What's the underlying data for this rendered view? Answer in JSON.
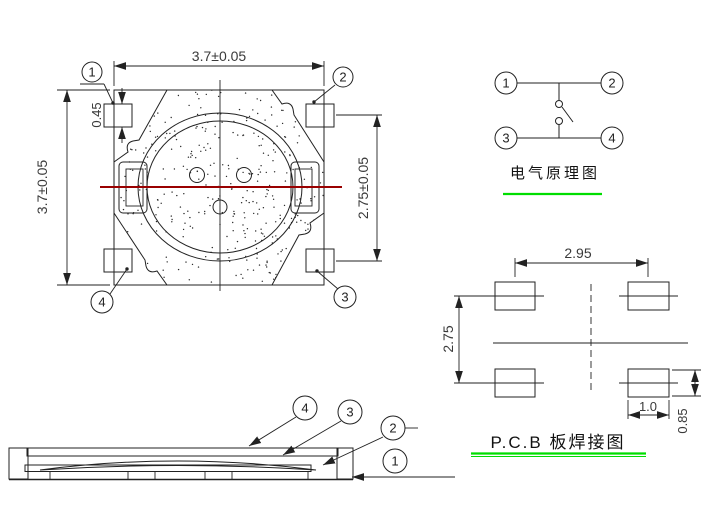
{
  "top_view": {
    "dim_width": "3.7±0.05",
    "dim_height": "3.7±0.05",
    "dim_pad": "0.45",
    "dim_pitch": "2.75±0.05",
    "pin1": "1",
    "pin2": "2",
    "pin3": "3",
    "pin4": "4"
  },
  "schematic": {
    "title": "电气原理图",
    "pin1": "1",
    "pin2": "2",
    "pin3": "3",
    "pin4": "4"
  },
  "pcb": {
    "title": "P.C.B 板焊接图",
    "dim_h_pitch": "2.95",
    "dim_v_pitch": "2.75",
    "dim_pad_w": "1.0",
    "dim_pad_h": "0.85"
  },
  "side_view": {
    "label1": "1",
    "label2": "2",
    "label3": "3",
    "label4": "4"
  },
  "colors": {
    "center_line": "#990000",
    "underline_green": "#00dd00"
  }
}
